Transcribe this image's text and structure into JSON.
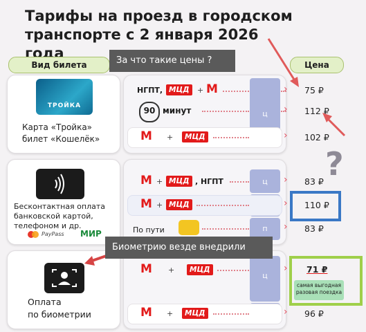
{
  "title": "Тарифы на проезд в городском транспорте с 2 января 2026 года",
  "headers": {
    "ticket_type": "Вид билета",
    "price": "Цена"
  },
  "annotations": {
    "question": "За что такие цены ?",
    "biometry": "Биометрию везде внедрили",
    "qmark": "?"
  },
  "cards": {
    "troika": {
      "logo": "ТРОЙКА",
      "caption": "Карта «Тройка»\nбилет «Кошелёк»"
    },
    "bank": {
      "caption": "Бесконтактная оплата\nбанковской картой,\nтелефоном и др.",
      "logo_mir": "МИР",
      "logo_paypass": "PayPass"
    },
    "bio": {
      "caption": "Оплата\nпо биометрии"
    }
  },
  "labels": {
    "ngpt": "НГПТ,",
    "ngpt2": ", НГПТ",
    "mcd": "МЦД",
    "metro": "М",
    "plus": "+",
    "minutes_num": "90",
    "minutes": "минут",
    "on_the_way": "По пути"
  },
  "zones": {
    "c": "ц",
    "p": "п"
  },
  "rows": {
    "r1": {
      "price": "75 ₽"
    },
    "r2": {
      "price": "112 ₽"
    },
    "r3": {
      "price": "102 ₽"
    },
    "r4": {
      "price": "83 ₽"
    },
    "r5": {
      "price": "110 ₽"
    },
    "r6": {
      "price": "83 ₽"
    },
    "r7": {
      "price": "71 ₽"
    },
    "r8": {
      "price": "96 ₽"
    }
  },
  "badge": "самая выгодная\nразовая поездка",
  "colors": {
    "accent_red": "#e21a1a",
    "highlight_blue": "#3a78c5",
    "highlight_green": "#9fcf4a"
  }
}
